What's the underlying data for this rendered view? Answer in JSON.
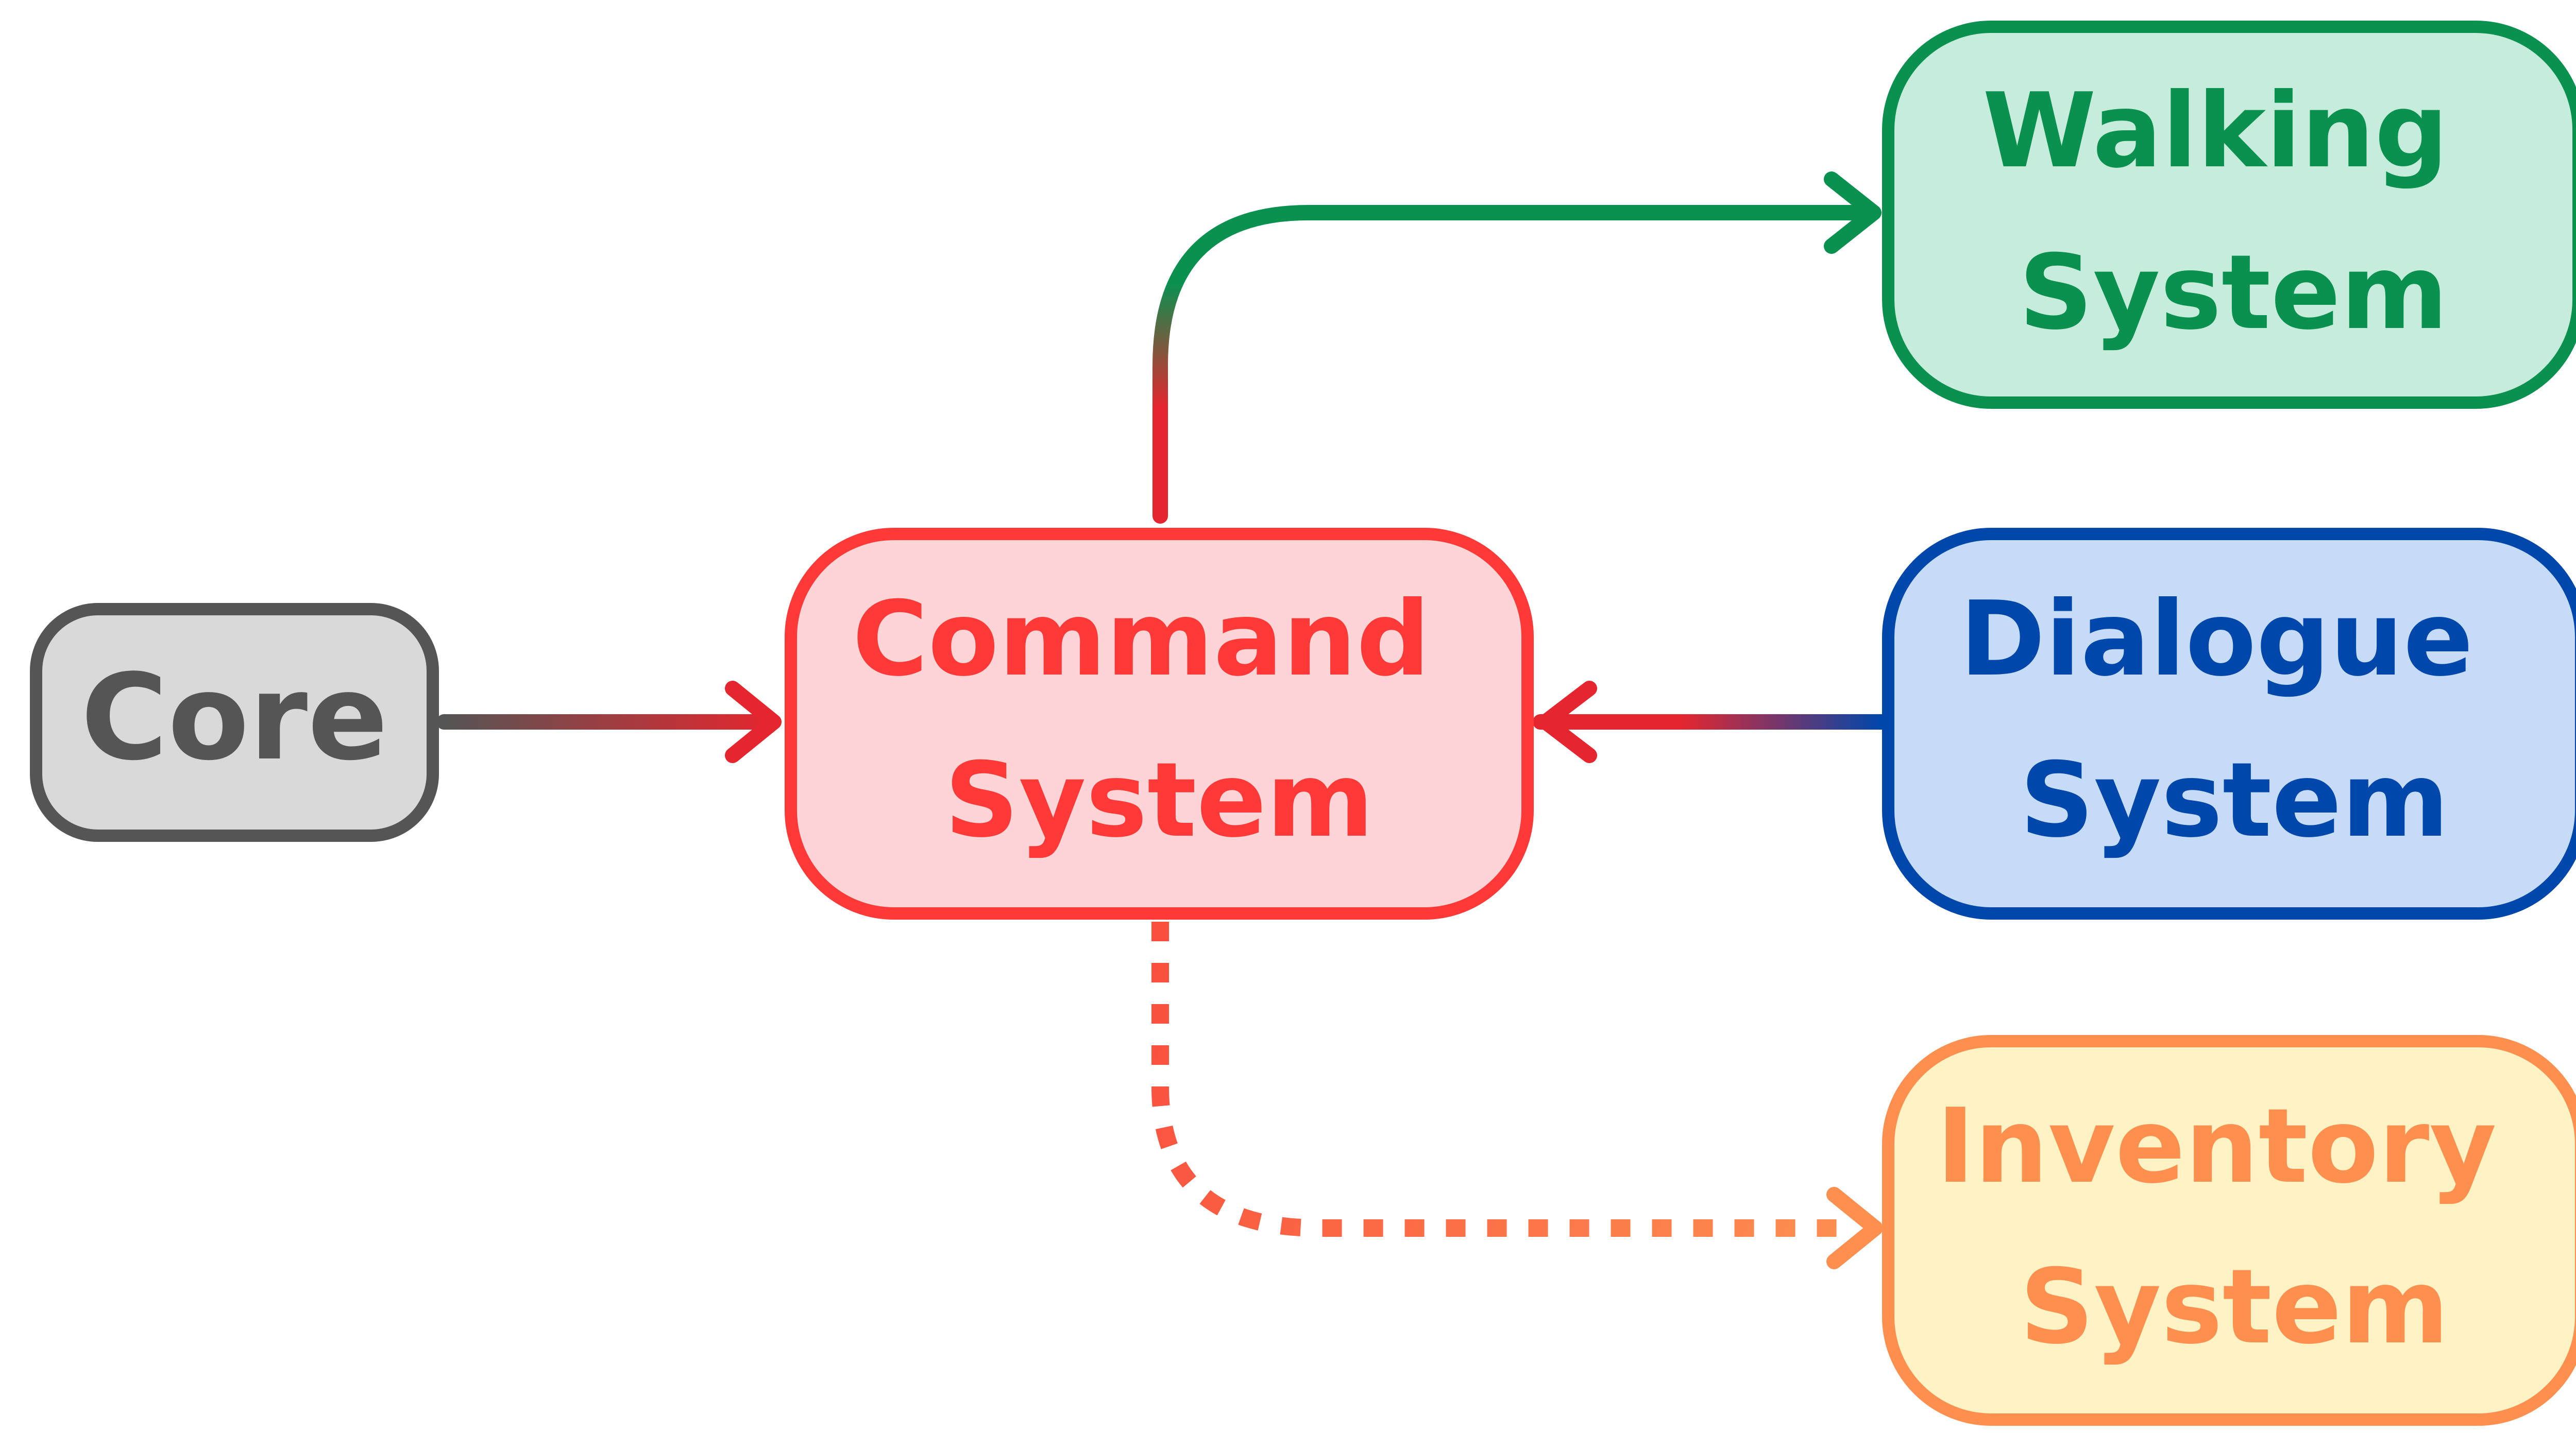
{
  "nodes": {
    "core": {
      "lines": [
        "Core"
      ],
      "fill": "#d9d9d9",
      "stroke": "#555555",
      "text_color": "#555555"
    },
    "command": {
      "lines": [
        "Command",
        "System"
      ],
      "fill": "#fed5d6",
      "stroke": "#ff3838",
      "text_color": "#ff3838"
    },
    "walking": {
      "lines": [
        "Walking",
        "System"
      ],
      "fill": "#c6eddb",
      "stroke": "#0a9150",
      "text_color": "#0a9150"
    },
    "dialogue": {
      "lines": [
        "Dialogue",
        "System"
      ],
      "fill": "#c5dbf8",
      "stroke": "#0047ab",
      "text_color": "#0047ab"
    },
    "inventory": {
      "lines": [
        "Inventory",
        "System"
      ],
      "fill": "#fff2c4",
      "stroke": "#fd8f4f",
      "text_color": "#fd8f4f"
    }
  },
  "edges": [
    {
      "from": "core",
      "to": "command",
      "style": "solid",
      "color_from": "#555555",
      "color_to": "#e6262e"
    },
    {
      "from": "command",
      "to": "walking",
      "style": "solid",
      "color_from": "#e6262e",
      "color_to": "#0a9150"
    },
    {
      "from": "dialogue",
      "to": "command",
      "style": "solid",
      "color_from": "#0047ab",
      "color_to": "#e6262e"
    },
    {
      "from": "command",
      "to": "inventory",
      "style": "dotted",
      "color_from": "#fa4e3e",
      "color_to": "#fd8f4f"
    }
  ]
}
